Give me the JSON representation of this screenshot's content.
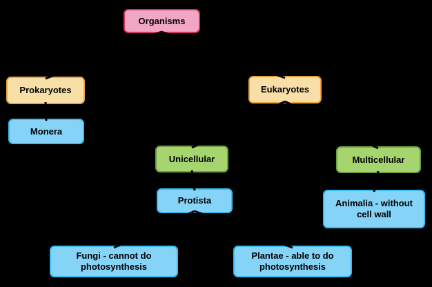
{
  "diagram": {
    "background_color": "#000000",
    "connector_color": "#000000",
    "text_color": "#000000",
    "palette": {
      "pink_fill": "#F1A7C3",
      "pink_border": "#D5306C",
      "orange_fill": "#F7DFA7",
      "orange_border": "#EDA33C",
      "green_fill": "#A6D46E",
      "green_border": "#6FA143",
      "blue_fill": "#85D3F7",
      "blue_border": "#39BCF2"
    },
    "nodes": {
      "organisms": {
        "label": "Organisms",
        "color": "pink"
      },
      "prokaryotes": {
        "label": "Prokaryotes",
        "color": "orange"
      },
      "eukaryotes": {
        "label": "Eukaryotes",
        "color": "orange"
      },
      "monera": {
        "label": "Monera",
        "color": "blue"
      },
      "unicellular": {
        "label": "Unicellular",
        "color": "green"
      },
      "multicellular": {
        "label": "Multicellular",
        "color": "green"
      },
      "protista": {
        "label": "Protista",
        "color": "blue"
      },
      "animalia": {
        "label": "Animalia - without cell wall",
        "color": "blue"
      },
      "fungi": {
        "label": "Fungi - cannot do photosynthesis",
        "color": "blue"
      },
      "plantae": {
        "label": "Plantae - able to do photosynthesis",
        "color": "blue"
      }
    },
    "edges": [
      {
        "from": "organisms",
        "to": "prokaryotes"
      },
      {
        "from": "organisms",
        "to": "eukaryotes"
      },
      {
        "from": "prokaryotes",
        "to": "monera"
      },
      {
        "from": "eukaryotes",
        "to": "unicellular"
      },
      {
        "from": "eukaryotes",
        "to": "multicellular"
      },
      {
        "from": "unicellular",
        "to": "protista"
      },
      {
        "from": "multicellular",
        "to": "animalia"
      },
      {
        "from": "protista",
        "to": "fungi"
      },
      {
        "from": "protista",
        "to": "plantae"
      }
    ]
  }
}
